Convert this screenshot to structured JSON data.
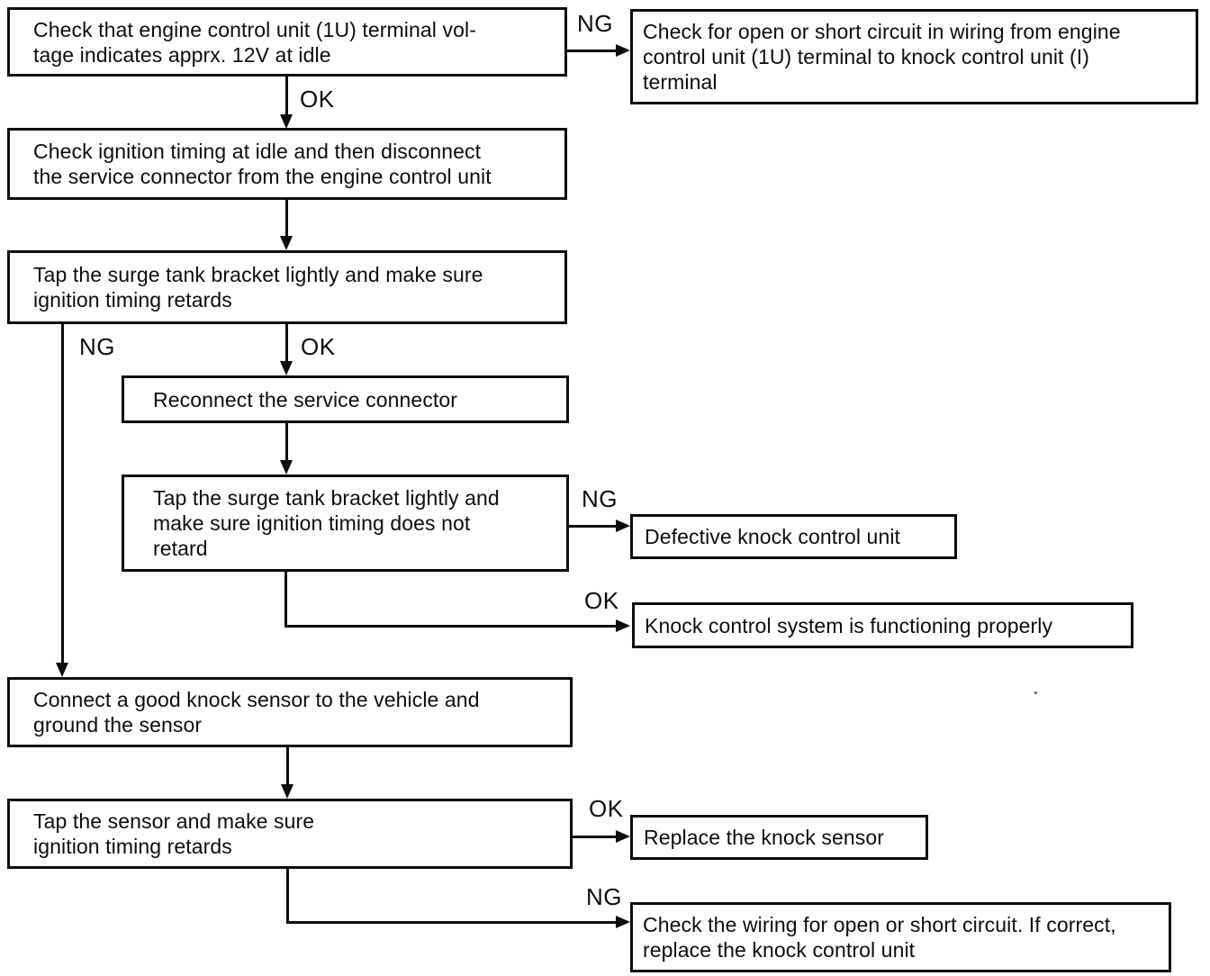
{
  "nodes": {
    "check_terminal_voltage": {
      "lines": [
        "Check that engine control unit (1U) terminal vol-",
        "tage indicates apprx. 12V at idle"
      ]
    },
    "check_wiring_engine_to_knock": {
      "lines": [
        "Check for open or short circuit in wiring from engine",
        "control unit (1U) terminal to knock control unit (I)",
        "terminal"
      ]
    },
    "check_ignition_timing_disconnect": {
      "lines": [
        "Check ignition timing at idle and then disconnect",
        "the service connector from the engine control unit"
      ]
    },
    "tap_bracket_retards": {
      "lines": [
        "Tap the surge tank bracket lightly and make sure",
        "ignition timing retards"
      ]
    },
    "reconnect_service_connector": {
      "lines": [
        "Reconnect the service connector"
      ]
    },
    "tap_bracket_not_retard": {
      "lines": [
        "Tap the surge tank bracket lightly and",
        "make sure ignition timing does not",
        "retard"
      ]
    },
    "defective_knock_control_unit": {
      "lines": [
        "Defective knock control unit"
      ]
    },
    "system_functioning_properly": {
      "lines": [
        "Knock control system is functioning properly"
      ]
    },
    "connect_good_knock_sensor": {
      "lines": [
        "Connect a good knock sensor to the vehicle and",
        "ground the sensor"
      ]
    },
    "tap_sensor_retards": {
      "lines": [
        "Tap the sensor and make sure",
        "ignition timing retards"
      ]
    },
    "replace_knock_sensor": {
      "lines": [
        "Replace the knock sensor"
      ]
    },
    "check_wiring_replace_unit": {
      "lines": [
        "Check the wiring for open or short circuit. If correct,",
        "replace the knock control unit"
      ]
    }
  },
  "edges": [
    {
      "from": "check_terminal_voltage",
      "to": "check_ignition_timing_disconnect",
      "label": "OK"
    },
    {
      "from": "check_terminal_voltage",
      "to": "check_wiring_engine_to_knock",
      "label": "NG"
    },
    {
      "from": "check_ignition_timing_disconnect",
      "to": "tap_bracket_retards",
      "label": ""
    },
    {
      "from": "tap_bracket_retards",
      "to": "reconnect_service_connector",
      "label": "OK"
    },
    {
      "from": "tap_bracket_retards",
      "to": "connect_good_knock_sensor",
      "label": "NG"
    },
    {
      "from": "reconnect_service_connector",
      "to": "tap_bracket_not_retard",
      "label": ""
    },
    {
      "from": "tap_bracket_not_retard",
      "to": "defective_knock_control_unit",
      "label": "NG"
    },
    {
      "from": "tap_bracket_not_retard",
      "to": "system_functioning_properly",
      "label": "OK"
    },
    {
      "from": "connect_good_knock_sensor",
      "to": "tap_sensor_retards",
      "label": ""
    },
    {
      "from": "tap_sensor_retards",
      "to": "replace_knock_sensor",
      "label": "OK"
    },
    {
      "from": "tap_sensor_retards",
      "to": "check_wiring_replace_unit",
      "label": "NG"
    }
  ],
  "colors": {
    "ink": "#0d0d0d",
    "background": "#ffffff"
  }
}
